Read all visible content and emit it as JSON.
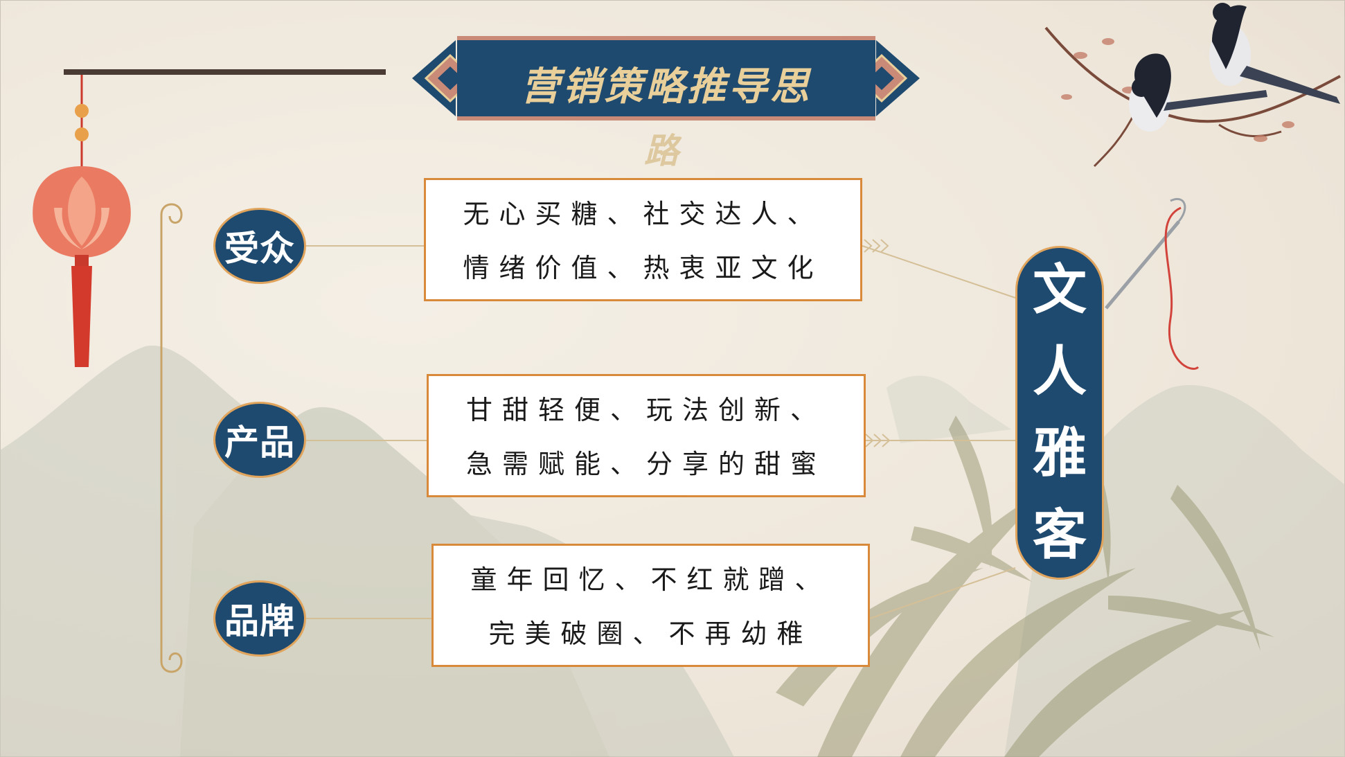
{
  "title": "营销策略推导思",
  "subtitle": "路",
  "labels": {
    "audience": "受众",
    "product": "产品",
    "brand": "品牌"
  },
  "cards": {
    "audience": {
      "line1": "无心买糖、社交达人、",
      "line2": "情绪价值、热衷亚文化"
    },
    "product": {
      "line1": "甘甜轻便、玩法创新、",
      "line2": "急需赋能、分享的甜蜜"
    },
    "brand": {
      "line1": "童年回忆、不红就蹭、",
      "line2": "完美破圈、不再幼稚"
    }
  },
  "conclusion": [
    "文",
    "人",
    "雅",
    "客"
  ],
  "colors": {
    "navy": "#1f4a6f",
    "orange_border": "#d9893a",
    "gold_text": "#e9cf9a",
    "lantern": "#e86a52"
  },
  "icons": [
    "lantern-icon",
    "magpie-birds-icon",
    "needle-thread-icon",
    "mountain-backdrop",
    "reed-leaves"
  ]
}
